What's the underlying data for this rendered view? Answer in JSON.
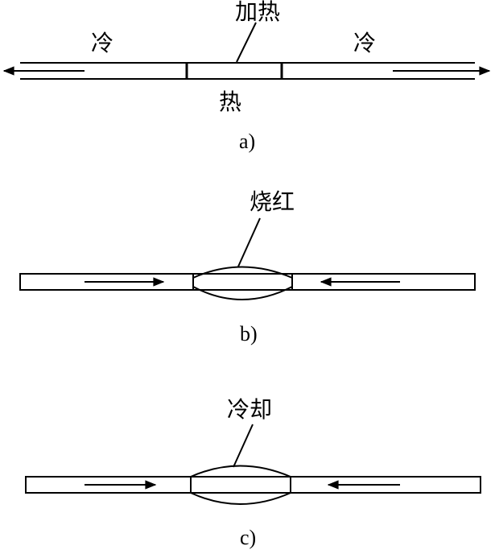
{
  "panels": [
    {
      "caption": "a)",
      "labels": {
        "heating": "加热",
        "hot": "热",
        "cold_left": "冷",
        "cold_right": "冷"
      }
    },
    {
      "caption": "b)",
      "labels": {
        "red_hot": "烧红"
      }
    },
    {
      "caption": "c)",
      "labels": {
        "cooling": "冷却"
      }
    }
  ]
}
